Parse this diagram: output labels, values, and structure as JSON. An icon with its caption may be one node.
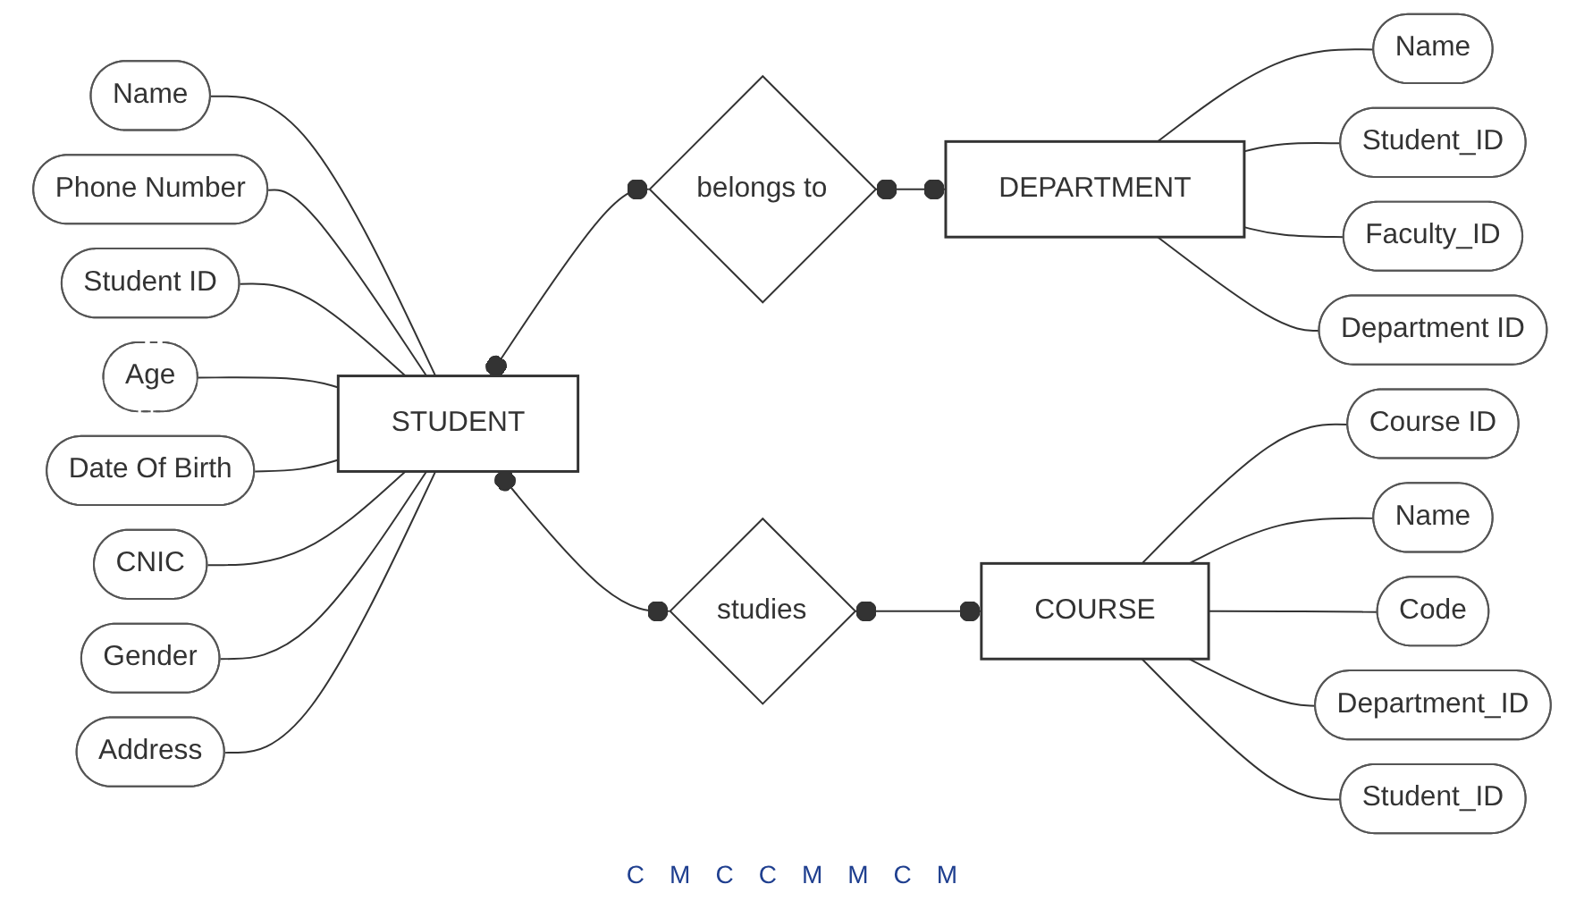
{
  "diagram": {
    "nodes": [
      {
        "text": [
          "CNIC"
        ]
      },
      {
        "text": [
          "Address"
        ]
      },
      {
        "text": [
          "Name"
        ]
      },
      {
        "text": [
          "Name"
        ]
      },
      {
        "text": [
          "Student_ID"
        ]
      },
      {
        "text": [
          "Gender"
        ]
      },
      {
        "text": [
          "Phone Number"
        ]
      },
      {
        "text": [
          "DEPARTMENT"
        ]
      },
      {
        "text": [
          "Faculty_ID"
        ]
      },
      {
        "text": [
          "belongs to"
        ]
      },
      {
        "text": [
          "Student  ID"
        ]
      },
      {
        "text": [
          "STUDENT"
        ]
      },
      {
        "text": [
          "Department  ID"
        ]
      },
      {
        "text": [
          "Age"
        ]
      },
      {
        "text": [
          "Course  ID"
        ]
      },
      {
        "text": [
          "Name"
        ]
      },
      {
        "text": [
          "Code"
        ]
      },
      {
        "text": [
          "Department_ID"
        ]
      },
      {
        "text": [
          "studies"
        ]
      },
      {
        "text": [
          "COURSE"
        ]
      },
      {
        "text": [
          "Student_ID"
        ]
      },
      {
        "text": [
          "Date Of Birth"
        ]
      }
    ],
    "edges": [
      {
        "from": 3,
        "to": 11,
        "arrow": "none"
      },
      {
        "from": 6,
        "to": 11,
        "arrow": "none"
      },
      {
        "from": 10,
        "to": 11,
        "arrow": "none"
      },
      {
        "from": 13,
        "to": 11,
        "arrow": "none"
      },
      {
        "from": 21,
        "to": 11,
        "arrow": "none"
      },
      {
        "from": 0,
        "to": 11,
        "arrow": "none"
      },
      {
        "from": 5,
        "to": 11,
        "arrow": "none"
      },
      {
        "from": 1,
        "to": 11,
        "arrow": "none"
      },
      {
        "from": 11,
        "to": 9,
        "arrow": "other"
      },
      {
        "from": 9,
        "to": 7,
        "arrow": "other"
      },
      {
        "from": 11,
        "to": 18,
        "arrow": "other"
      },
      {
        "from": 18,
        "to": 19,
        "arrow": "other"
      },
      {
        "from": 7,
        "to": 2,
        "arrow": "none"
      },
      {
        "from": 7,
        "to": 4,
        "arrow": "none"
      },
      {
        "from": 7,
        "to": 8,
        "arrow": "none"
      },
      {
        "from": 7,
        "to": 12,
        "arrow": "none"
      },
      {
        "from": 19,
        "to": 14,
        "arrow": "none"
      },
      {
        "from": 19,
        "to": 15,
        "arrow": "none"
      },
      {
        "from": 19,
        "to": 16,
        "arrow": "none"
      },
      {
        "from": 19,
        "to": 17,
        "arrow": "none"
      },
      {
        "from": 19,
        "to": 20,
        "arrow": "none"
      }
    ],
    "labels": [
      "C",
      "M",
      "C",
      "C",
      "M",
      "M",
      "C",
      "M"
    ]
  }
}
